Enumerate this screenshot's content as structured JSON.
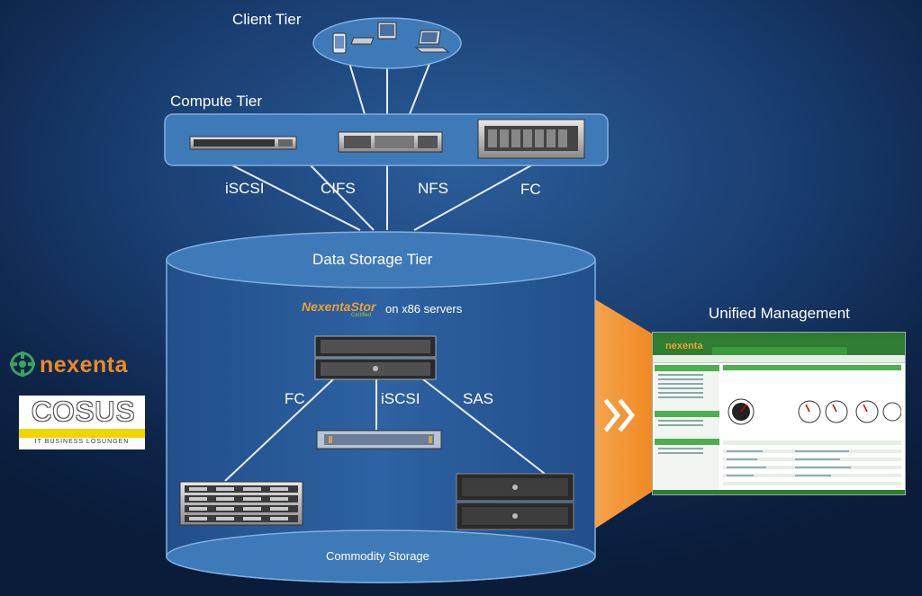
{
  "tiers": {
    "client": "Client Tier",
    "compute": "Compute Tier",
    "storage": "Data Storage Tier",
    "commodity": "Commodity Storage",
    "management": "Unified Management"
  },
  "protocols_top": [
    "iSCSI",
    "CIFS",
    "NFS",
    "FC"
  ],
  "protocols_bottom": [
    "FC",
    "iSCSI",
    "SAS"
  ],
  "product": {
    "name": "NexentaStor",
    "badge": "Certified",
    "tail": "on x86 servers"
  },
  "logos": {
    "nexenta": "nexenta",
    "cosus": "COSUS",
    "cosus_sub": "IT BUSINESS LÖSUNGEN"
  },
  "icons": {
    "arrow": "double-chevron-right-icon",
    "client_devices": [
      "tablet-icon",
      "desktop-icon",
      "laptop-icon"
    ],
    "compute_servers": [
      "server-1u-icon",
      "server-2u-icon",
      "server-4u-icon"
    ],
    "storage_arrays": [
      "jbod-left-icon",
      "jbod-right-icon",
      "expansion-unit-icon"
    ]
  },
  "colors": {
    "accent_orange": "#f39a3d",
    "tier_fill": "#3f7ab8",
    "line_color": "#e6eef7"
  }
}
